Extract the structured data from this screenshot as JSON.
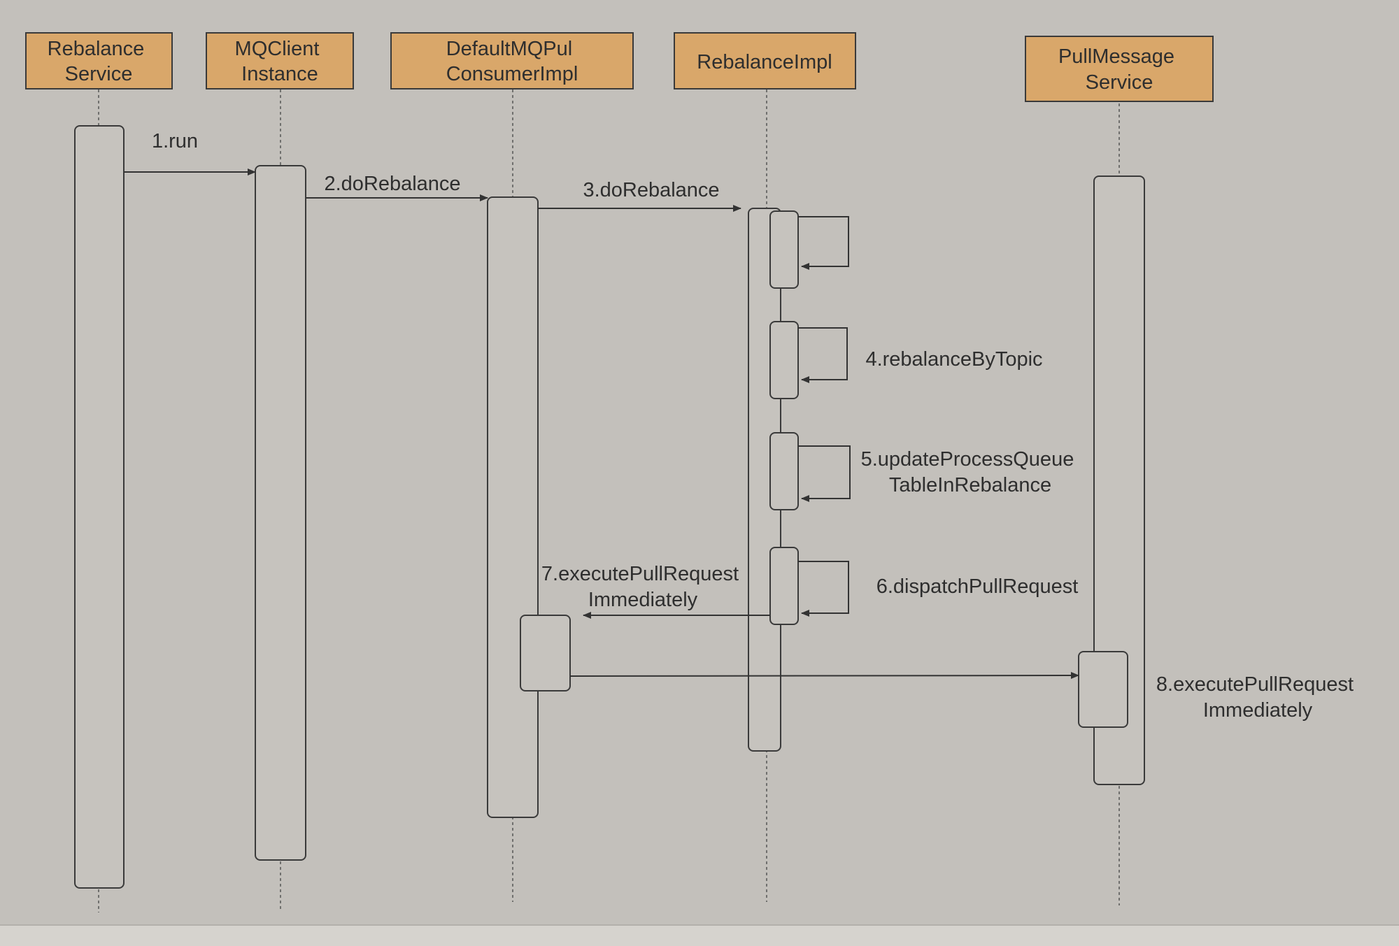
{
  "participants": [
    {
      "id": "rebalance-service",
      "lines": [
        "Rebalance",
        "Service"
      ]
    },
    {
      "id": "mqclient-instance",
      "lines": [
        "MQClient",
        "Instance"
      ]
    },
    {
      "id": "default-mq-pull-consumer-impl",
      "lines": [
        "DefaultMQPul",
        "ConsumerImpl"
      ]
    },
    {
      "id": "rebalance-impl",
      "lines": [
        "RebalanceImpl"
      ]
    },
    {
      "id": "pull-message-service",
      "lines": [
        "PullMessage",
        "Service"
      ]
    }
  ],
  "messages": [
    {
      "id": "msg-1",
      "lines": [
        "1.run"
      ]
    },
    {
      "id": "msg-2",
      "lines": [
        "2.doRebalance"
      ]
    },
    {
      "id": "msg-3",
      "lines": [
        "3.doRebalance"
      ]
    },
    {
      "id": "msg-4",
      "lines": [
        "4.rebalanceByTopic"
      ]
    },
    {
      "id": "msg-5",
      "lines": [
        "5.updateProcessQueue",
        "TableInRebalance"
      ]
    },
    {
      "id": "msg-6",
      "lines": [
        "6.dispatchPullRequest"
      ]
    },
    {
      "id": "msg-7",
      "lines": [
        "7.executePullRequest",
        "Immediately"
      ]
    },
    {
      "id": "msg-8",
      "lines": [
        "8.executePullRequest",
        "Immediately"
      ]
    }
  ],
  "colors": {
    "background": "#c3c0bb",
    "participant_fill": "#d9a76a",
    "activation_fill": "#c6c3be",
    "stroke": "#3a3a3a"
  }
}
